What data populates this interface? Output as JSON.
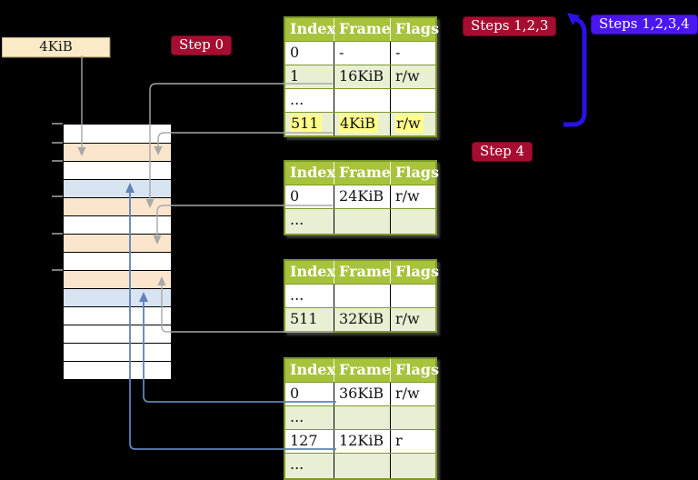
{
  "cr3_box": {
    "label": "4KiB"
  },
  "badges": {
    "step0": "Step 0",
    "steps123": "Steps 1,2,3",
    "steps1234": "Steps 1,2,3,4",
    "step4": "Step 4"
  },
  "tables": [
    {
      "headers": [
        "Index",
        "Frame",
        "Flags"
      ],
      "rows": [
        {
          "index": "0",
          "frame": "-",
          "flags": "-"
        },
        {
          "index": "1",
          "frame": "16KiB",
          "flags": "r/w"
        },
        {
          "index": "...",
          "frame": "",
          "flags": ""
        },
        {
          "index": "511",
          "frame": "4KiB",
          "flags": "r/w",
          "highlight": true
        }
      ]
    },
    {
      "headers": [
        "Index",
        "Frame",
        "Flags"
      ],
      "rows": [
        {
          "index": "0",
          "frame": "24KiB",
          "flags": "r/w"
        },
        {
          "index": "...",
          "frame": "",
          "flags": ""
        }
      ]
    },
    {
      "headers": [
        "Index",
        "Frame",
        "Flags"
      ],
      "rows": [
        {
          "index": "...",
          "frame": "",
          "flags": ""
        },
        {
          "index": "511",
          "frame": "32KiB",
          "flags": "r/w"
        }
      ]
    },
    {
      "headers": [
        "Index",
        "Frame",
        "Flags"
      ],
      "rows": [
        {
          "index": "0",
          "frame": "36KiB",
          "flags": "r/w"
        },
        {
          "index": "...",
          "frame": "",
          "flags": ""
        },
        {
          "index": "127",
          "frame": "12KiB",
          "flags": "r"
        },
        {
          "index": "...",
          "frame": "",
          "flags": ""
        }
      ]
    }
  ],
  "memory": {
    "rows": [
      "free",
      "table",
      "free",
      "page",
      "table",
      "free",
      "table",
      "free",
      "table",
      "page",
      "free",
      "free",
      "free",
      "free"
    ]
  },
  "colors": {
    "header_green": "#a7c33c",
    "table_border": "#7e982a",
    "row_green": "#e9efd2",
    "highlight_yellow": "#ffff8a",
    "frame_table_peach": "#fce5cd",
    "frame_page_blue": "#d8e4f2",
    "cr3_cream": "#faeac8",
    "badge_red": "#a60d31",
    "badge_blue": "#4b16ef",
    "loop_arrow_blue": "#2912e6",
    "connector_gray": "#a8a8a8",
    "connector_steel": "#6181b8"
  }
}
